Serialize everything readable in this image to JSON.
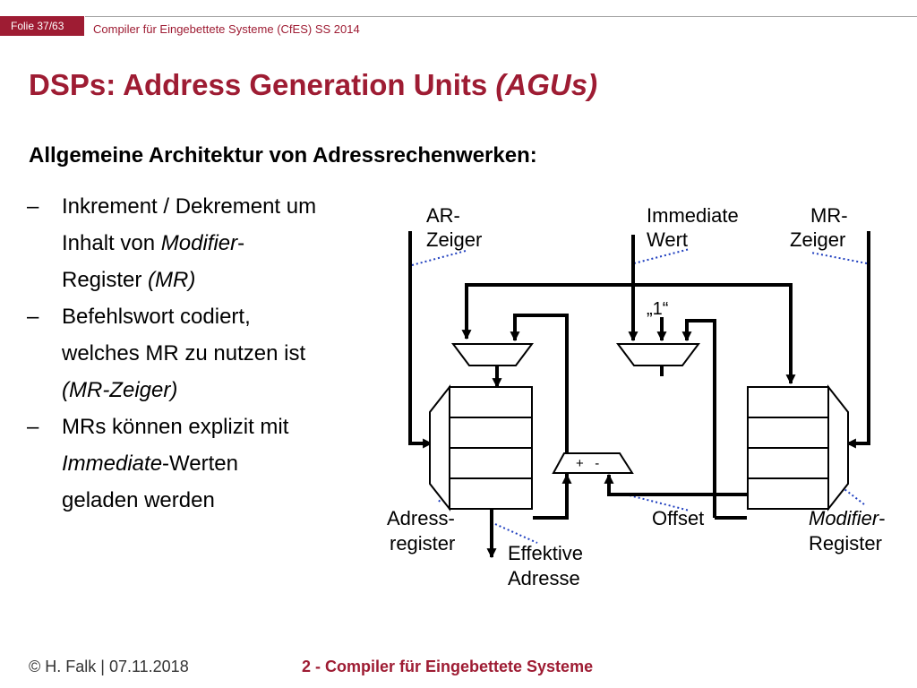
{
  "header": {
    "slide_number": "Folie 37/63",
    "course": "Compiler für Eingebettete Systeme (CfES) SS 2014"
  },
  "title": {
    "main": "DSPs: Address Generation Units ",
    "italic": "(AGUs)"
  },
  "subtitle": "Allgemeine Architektur von Adressrechenwerken:",
  "bullets": [
    {
      "dash": "–",
      "lines": [
        [
          {
            "t": "Inkrement / Dekrement um"
          }
        ],
        [
          {
            "t": "Inhalt von "
          },
          {
            "t": "Modifier",
            "i": true
          },
          {
            "t": "-"
          }
        ],
        [
          {
            "t": "Register "
          },
          {
            "t": "(MR)",
            "i": true
          }
        ]
      ]
    },
    {
      "dash": "–",
      "lines": [
        [
          {
            "t": "Befehlswort codiert,"
          }
        ],
        [
          {
            "t": "welches MR zu nutzen ist"
          }
        ],
        [
          {
            "t": "(MR-Zeiger)",
            "i": true
          }
        ]
      ]
    },
    {
      "dash": "–",
      "lines": [
        [
          {
            "t": "MRs können explizit mit"
          }
        ],
        [
          {
            "t": "Immediate",
            "i": true
          },
          {
            "t": "-Werten"
          }
        ],
        [
          {
            "t": "geladen werden"
          }
        ]
      ]
    }
  ],
  "diagram": {
    "ar_zeiger": [
      "AR-",
      "Zeiger"
    ],
    "immediate_wert": [
      "Immediate",
      "Wert"
    ],
    "mr_zeiger": [
      "MR-",
      "Zeiger"
    ],
    "one_constant": "„1“",
    "adder": "+   -",
    "adressregister": [
      "Adress-",
      "register"
    ],
    "effektive_adresse": [
      "Effektive",
      "Adresse"
    ],
    "offset": "Offset",
    "modifier_register": [
      "Modifier",
      "-",
      "Register"
    ]
  },
  "footer": {
    "author": "© H. Falk | 07.11.2018",
    "chapter": "2 - Compiler für Eingebettete Systeme"
  },
  "colors": {
    "accent": "#9e1c33",
    "pointer_dots": "#1f3fbf"
  }
}
